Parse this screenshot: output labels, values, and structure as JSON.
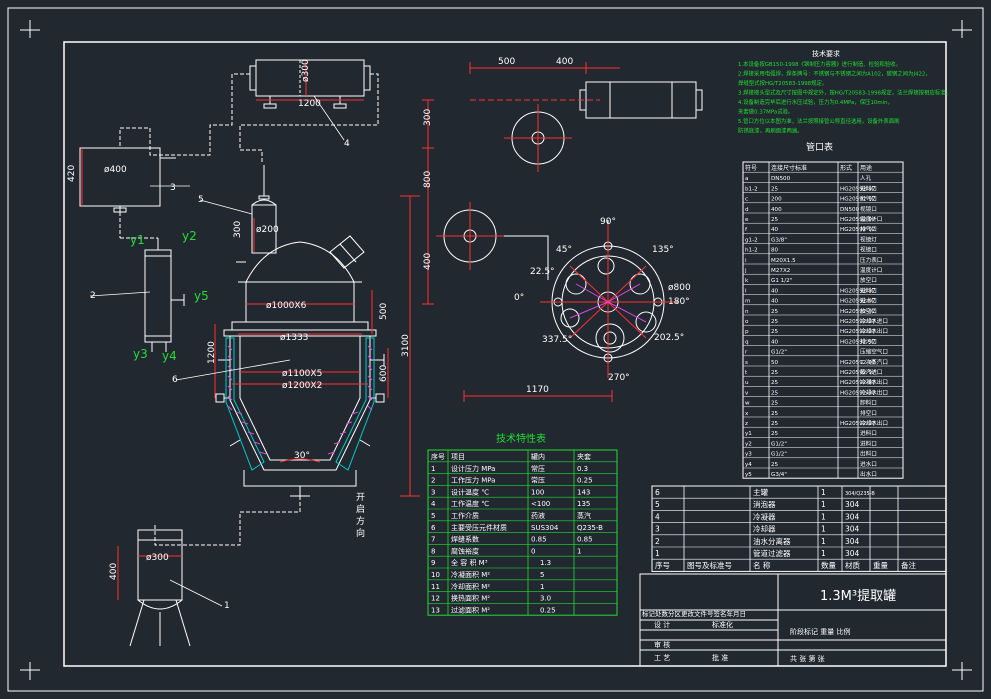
{
  "colors": {
    "background": "#212830",
    "line": "#ffffff",
    "dim": "#ff3030",
    "green": "#22dd33",
    "cyan": "#00cccc",
    "yellow": "#ffee33",
    "magenta": "#dd44dd",
    "blue": "#4466ff"
  },
  "main_view": {
    "dims": {
      "d400": "ø400",
      "h420": "420",
      "d200": "ø200",
      "h300": "300",
      "d1000": "ø1000X6",
      "d1333": "ø1333",
      "d1100": "ø1100X5",
      "d1200": "ø1200X2",
      "h500": "500",
      "h1200": "1200",
      "h600": "600",
      "h3100": "3100",
      "angle30": "30°",
      "d300_bottom": "ø300",
      "h400_bottom": "400",
      "condenser_d": "ø300",
      "condenser_l": "1200"
    },
    "labels": {
      "y1": "y1",
      "y2": "y2",
      "y3": "y3",
      "y4": "y4",
      "y5": "y5",
      "n1": "1",
      "n2": "2",
      "n3": "3",
      "n4": "4",
      "n5": "5",
      "n6": "6",
      "open_dir": [
        "开",
        "启",
        "方",
        "向"
      ]
    }
  },
  "plan_view": {
    "dims": {
      "d500": "500",
      "d400": "400",
      "h300": "300",
      "h800": "800",
      "h400": "400",
      "w1170": "1170",
      "d800": "ø800"
    },
    "angles": {
      "a90": "90°",
      "a45": "45°",
      "a135": "135°",
      "a22": "22.5°",
      "a0": "0°",
      "a180": "180°",
      "a202": "202.5°",
      "a337": "337.5°",
      "a270": "270°"
    }
  },
  "tech_notes": {
    "title": "技术要求",
    "lines": [
      "1.本设备按GB150-1998《钢制压力容器》进行制造、检验和验收。",
      "2.焊接采用电弧焊，焊条牌号：不锈钢与不锈钢之间为A102，碳钢之间为J422，",
      "  焊缝型式按HG/T20583-1998规定。",
      "3.焊接接头型式及尺寸按图中规定外，按HG/T20583-1998规定，法兰焊接按相应标准。",
      "4.设备制造完毕后进行水压试验，压力为0.4MPa，保压10min，",
      "  夹套做0.37MPa试验。",
      "5.管口方位以本图为准，法兰按照接管公称直径选用，设备外表面刷",
      "  防锈底漆，再刷面漆两遍。"
    ]
  },
  "nozzle_table": {
    "title": "管口表",
    "headers": [
      "符号",
      "连接尺寸标准",
      "形式",
      "用途"
    ],
    "rows": [
      [
        "a",
        "DN500",
        "",
        "人孔"
      ],
      [
        "b1-2",
        "25",
        "HG20592-97",
        "进料口"
      ],
      [
        "c",
        "200",
        "HG20592-97",
        "出气口"
      ],
      [
        "d",
        "400",
        "DN500",
        "视镜口"
      ],
      [
        "e",
        "25",
        "HG20592-97",
        "温度计口"
      ],
      [
        "f",
        "40",
        "HG20592-97",
        "排气口"
      ],
      [
        "g1-2",
        "G3/8\"",
        "",
        "视镜灯"
      ],
      [
        "h1-2",
        "80",
        "",
        "视镜口"
      ],
      [
        "i",
        "M20X1.5",
        "",
        "压力表口"
      ],
      [
        "j",
        "M27X2",
        "",
        "温度计口"
      ],
      [
        "k",
        "G1 1/2\"",
        "",
        "放空口"
      ],
      [
        "l",
        "40",
        "HG20592-97",
        "进料口"
      ],
      [
        "m",
        "40",
        "HG20592-97",
        "进水口"
      ],
      [
        "n",
        "25",
        "HG20592-97",
        "放空口"
      ],
      [
        "o",
        "25",
        "HG20592-97",
        "冷却水进口"
      ],
      [
        "p",
        "25",
        "HG20592-97",
        "冷却水出口"
      ],
      [
        "q",
        "40",
        "HG20592-97",
        "排污口"
      ],
      [
        "r",
        "G1/2\"",
        "",
        "压缩空气口"
      ],
      [
        "s",
        "50",
        "HG20592-97",
        "二次蒸汽口"
      ],
      [
        "t",
        "25",
        "HG20592-97",
        "蒸汽进口"
      ],
      [
        "u",
        "25",
        "HG20592-97",
        "冷凝水出口"
      ],
      [
        "v",
        "25",
        "HG20592-97",
        "冷却水出口"
      ],
      [
        "w",
        "25",
        "",
        "卸料口"
      ],
      [
        "x",
        "25",
        "",
        "排空口"
      ],
      [
        "z",
        "25",
        "HG20592-97",
        "冷却水出口"
      ],
      [
        "y1",
        "25",
        "",
        "进料口"
      ],
      [
        "y2",
        "G1/2\"",
        "",
        "进料口"
      ],
      [
        "y3",
        "G1/2\"",
        "",
        "出料口"
      ],
      [
        "y4",
        "25",
        "",
        "进水口"
      ],
      [
        "y5",
        "G3/4\"",
        "",
        "出水口"
      ]
    ]
  },
  "tech_char_table": {
    "title": "技术特性表",
    "headers": [
      "序号",
      "项目",
      "罐内",
      "夹套"
    ],
    "rows": [
      [
        "1",
        "设计压力 MPa",
        "常压",
        "0.3"
      ],
      [
        "2",
        "工作压力 MPa",
        "常压",
        "0.25"
      ],
      [
        "3",
        "设计温度 ℃",
        "100",
        "143"
      ],
      [
        "4",
        "工作温度 ℃",
        "<100",
        "135"
      ],
      [
        "5",
        "工作介质",
        "药液",
        "蒸汽"
      ],
      [
        "6",
        "主要受压元件材质",
        "SUS304",
        "Q235-B"
      ],
      [
        "7",
        "焊缝系数",
        "0.85",
        "0.85"
      ],
      [
        "8",
        "腐蚀裕度",
        "0",
        "1"
      ],
      [
        "9",
        "全 容 积 M³",
        "1.3",
        ""
      ],
      [
        "10",
        "冷凝面积 M²",
        "5",
        ""
      ],
      [
        "11",
        "冷却面积 M²",
        "1",
        ""
      ],
      [
        "12",
        "换热面积 M²",
        "3.0",
        ""
      ],
      [
        "13",
        "过滤面积 M²",
        "0.25",
        ""
      ]
    ]
  },
  "parts_list": {
    "rows": [
      [
        "6",
        "",
        "主罐",
        "1",
        "304/Q235-B",
        "",
        ""
      ],
      [
        "5",
        "",
        "消泡器",
        "1",
        "304",
        "",
        ""
      ],
      [
        "4",
        "",
        "冷凝器",
        "1",
        "304",
        "",
        ""
      ],
      [
        "3",
        "",
        "冷却器",
        "1",
        "304",
        "",
        ""
      ],
      [
        "2",
        "",
        "油水分离器",
        "1",
        "304",
        "",
        ""
      ],
      [
        "1",
        "",
        "管道过滤器",
        "1",
        "304",
        "",
        ""
      ]
    ],
    "headers": [
      "序号",
      "图号及标准号",
      "名 称",
      "数量",
      "材质",
      "重量",
      "备注"
    ]
  },
  "title_block": {
    "drawing_title": "1.3M³提取罐",
    "row_change": "标记处数分区更改文件号签名年月日",
    "design": "设 计",
    "standard": "标准化",
    "stage_mark": "阶段标记 重量 比例",
    "review": "审 核",
    "craft": "工 艺",
    "approve": "批 准",
    "sheets": "共 张 第 张"
  }
}
